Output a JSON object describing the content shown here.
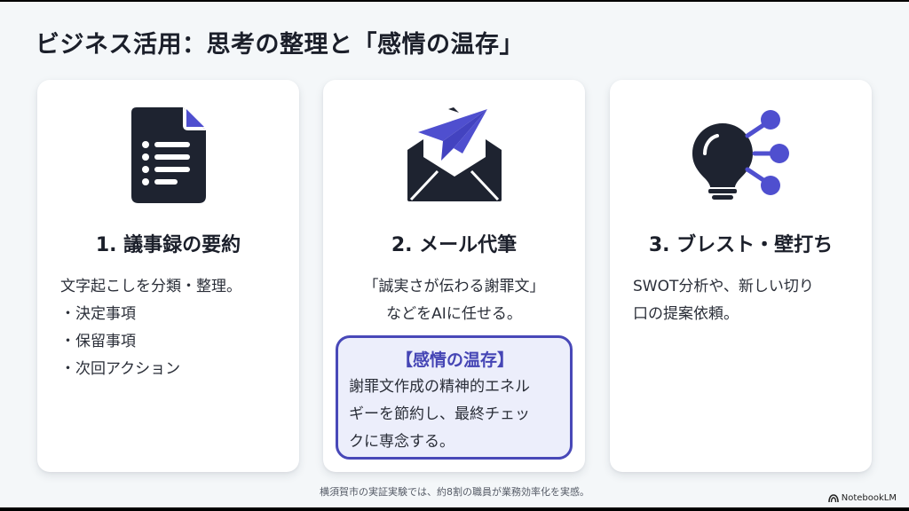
{
  "slide": {
    "title": "ビジネス活用：思考の整理と「感情の温存」",
    "accent_color": "#4848b8",
    "icon_color": "#1e2330",
    "background_color": "#f4f7f9"
  },
  "cards": [
    {
      "icon": "document-list-icon",
      "title": "1. 議事録の要約",
      "body": [
        "文字起こしを分類・整理。",
        "・決定事項",
        "・保留事項",
        "・次回アクション"
      ]
    },
    {
      "icon": "envelope-paper-plane-icon",
      "title": "2. メール代筆",
      "body": [
        "「誠実さが伝わる謝罪文」",
        "などをAIに任せる。"
      ],
      "highlight": {
        "title": "【感情の温存】",
        "lines": [
          "謝罪文作成の精神的エネル",
          "ギーを節約し、最終チェッ",
          "クに専念する。"
        ]
      }
    },
    {
      "icon": "lightbulb-network-icon",
      "title": "3. ブレスト・壁打ち",
      "body": [
        "SWOT分析や、新しい切り",
        "口の提案依頼。"
      ]
    }
  ],
  "footnote": "横須賀市の実証実験では、約8割の職員が業務効率化を実感。",
  "brand": {
    "icon": "notebooklm-logo-icon",
    "label": "NotebookLM"
  }
}
